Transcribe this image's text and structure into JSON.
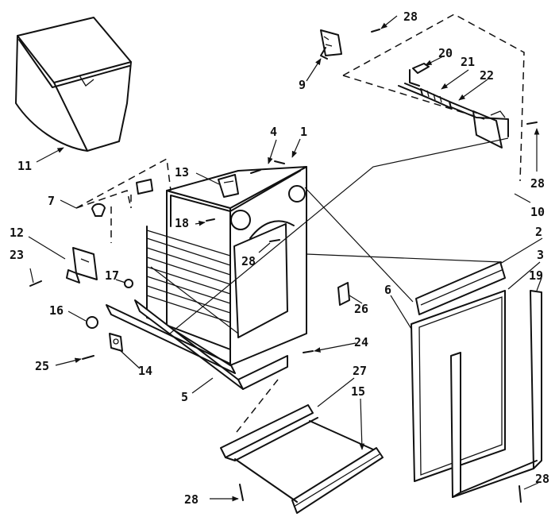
{
  "diagram": {
    "callouts": [
      "1",
      "2",
      "3",
      "4",
      "5",
      "6",
      "7",
      "9",
      "10",
      "11",
      "12",
      "13",
      "14",
      "15",
      "16",
      "17",
      "18",
      "19",
      "20",
      "21",
      "22",
      "23",
      "24",
      "25",
      "26",
      "27",
      "28"
    ]
  }
}
